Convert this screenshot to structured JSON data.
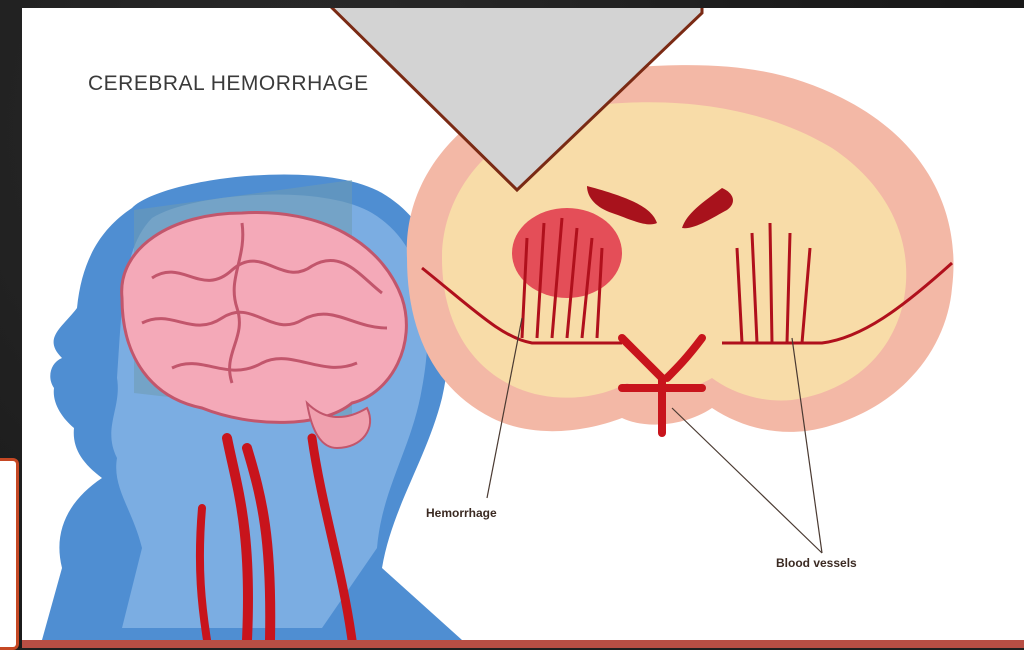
{
  "diagram": {
    "title": "CEREBRAL HEMORRHAGE",
    "labels": {
      "hemorrhage": "Hemorrhage",
      "blood_vessels": "Blood vessels"
    }
  },
  "colors": {
    "artery_red": "#c8141c",
    "tissue_pink": "#f3b8a6",
    "tissue_cream": "#f8dca8",
    "head_blue": "#3a78c3",
    "arrow_fill": "#d3d3d3",
    "arrow_outline": "#7a2a14",
    "frame_border": "#c54824"
  }
}
